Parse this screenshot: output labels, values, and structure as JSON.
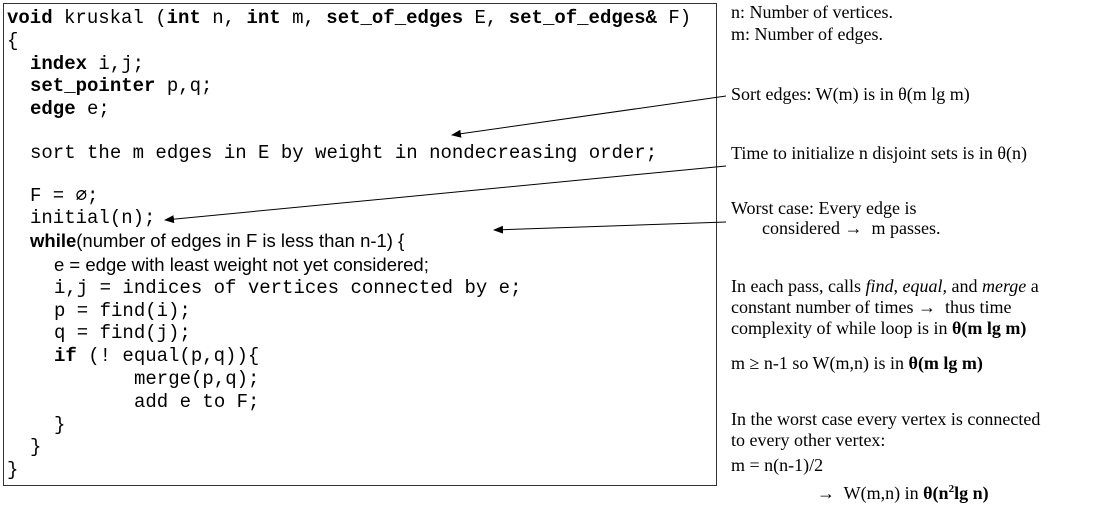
{
  "code": {
    "signature": {
      "kw_void": "void",
      "name": " kruskal (",
      "kw_int1": "int",
      "p1": " n, ",
      "kw_int2": "int",
      "p2": " m, ",
      "kw_type1": "set_of_edges",
      "p3": " E, ",
      "kw_type2": "set_of_edges&",
      "p4": " F)"
    },
    "open_brace": "{",
    "decl_index": {
      "kw": "index",
      "rest": " i,j;"
    },
    "decl_setptr": {
      "kw": "set_pointer",
      "rest": " p,q;"
    },
    "decl_edge": {
      "kw": "edge",
      "rest": " e;"
    },
    "sort_line": "sort the m edges in E by weight in nondecreasing order;",
    "f_empty": "F = ∅;",
    "initial": "initial(n);",
    "while_line": {
      "kw": "while",
      "rest": "(number of edges in F is less than n-1) {"
    },
    "e_assign": "e = edge with least weight not yet considered;",
    "ij_assign": "i,j = indices of vertices connected by e;",
    "p_find": "p = find(i);",
    "q_find": "q = find(j);",
    "if_line": {
      "kw": "if",
      "rest": " (! equal(p,q)){"
    },
    "merge": "merge(p,q);",
    "add": "add e to F;",
    "close_if": "}",
    "close_while": "}",
    "close_func": "}"
  },
  "notes": {
    "n_def": "n: Number of vertices.",
    "m_def": "m: Number of edges.",
    "sort_cost": "Sort edges: W(m) is in θ(m lg m)",
    "init_cost": "Time to initialize n disjoint sets is in θ(n)",
    "worst1": "Worst case: Every edge is",
    "worst2_a": "considered ",
    "worst2_arrow": "→",
    "worst2_b": "  m passes.",
    "pass1_a": "In each pass, calls ",
    "pass1_find": "find",
    "pass1_b": ", ",
    "pass1_equal": "equal,",
    "pass1_c": " and ",
    "pass1_merge": "merge",
    "pass1_d": " a",
    "pass2_a": "constant number of times ",
    "pass2_arrow": "→",
    "pass2_b": "  thus time",
    "pass3_a": "complexity of while loop is in ",
    "pass3_b": "θ(m lg m)",
    "mbound_a": "m ≥ n-1 so W(m,n) is in ",
    "mbound_b": "θ(m lg m)",
    "wc1": "In the worst case every vertex is connected",
    "wc2": "to every other vertex:",
    "wc3": "m = n(n-1)/2",
    "final_arrow": "→",
    "final_a": "  W(m,n) in ",
    "final_b1": "θ(n",
    "final_sup": "2",
    "final_b2": "lg n)"
  }
}
